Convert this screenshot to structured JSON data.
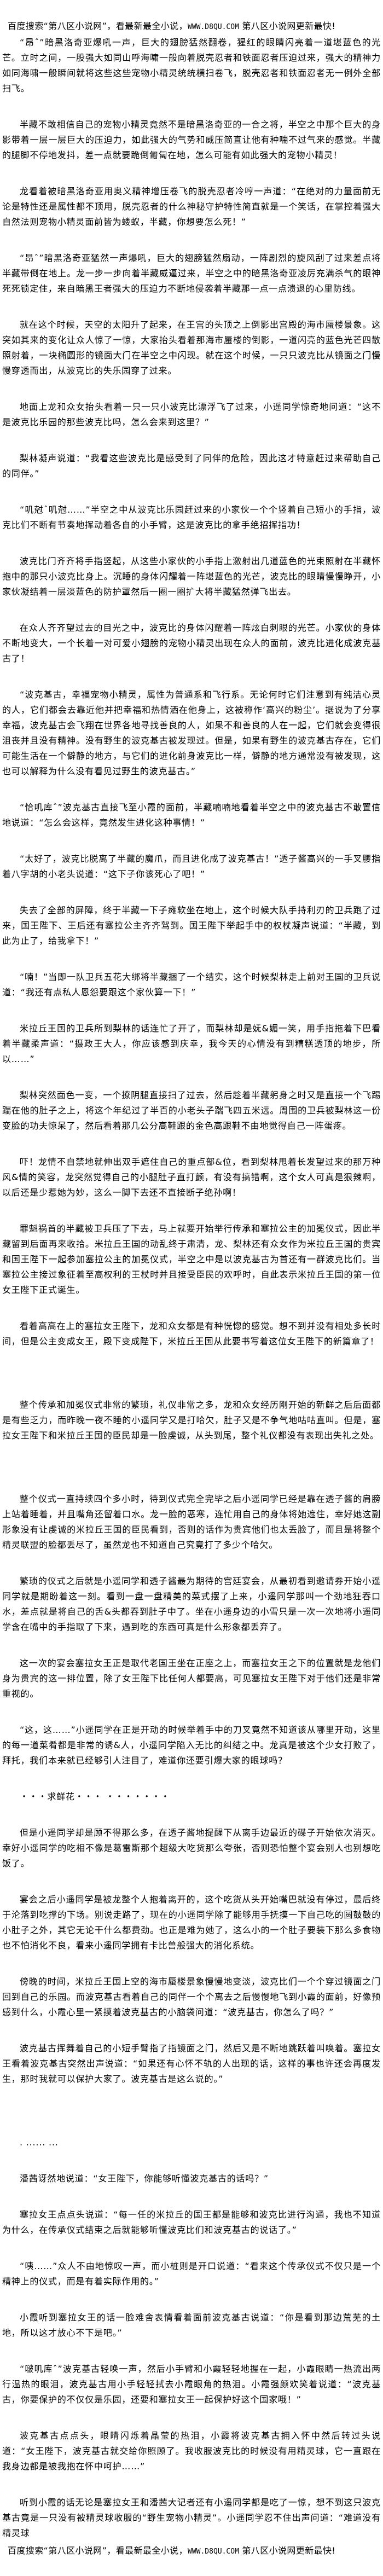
{
  "banner": {
    "prefix": "百度搜索“第八区小说网”，看最新最全小说，",
    "url": "WWW.D8QU.COM",
    "suffix": "  第八区小说网更新最快!"
  },
  "paragraphs": [
    "“昂ˆ”暗黑洛奇亚爆吼一声，巨大的翅膀猛然翻卷，猩红的眼睛闪亮着一道堪蓝色的光芒。立时之间，一股强大如同山呼海啸一般向着脱壳忍者和铁面忍者压迫过来，强大的精神力如同海啸一般瞬间就将这些这些宠物小精灵统统横扫卷飞，脱壳忍者和铁面忍者无一例外全部扫飞。",
    "半藏不敢相信自己的宠物小精灵竟然不是暗黑洛奇亚的一合之将，半空之中那个巨大的身影带着一层一层巨大的压迫力，如此强大的气势和威压简直让他有种喘不过气来的感觉。半藏的腿脚不停地发抖，差一点就要跪倒匍匐在地，怎么可能有如此强大的宠物小精灵！",
    "龙看着被暗黑洛奇亚用奥义精神增压卷飞的脱壳忍者冷哼一声道：“在绝对的力量面前无论是特性还是属性都不顶用，脱壳忍者的什么神秘守护特性简直就是一个笑话，在掌控着强大自然法则宠物小精灵面前皆为蝼蚁，半藏，你想要怎么死！”",
    "“昂ˆ”暗黑洛奇亚猛然一声爆吼，巨大的翅膀猛然扇动，一阵剧烈的旋风刮了过来差点将半藏带倒在地上。龙一步一步向着半藏威逼过来，半空之中的暗黑洛奇亚凌厉充满杀气的眼神死死锁定住，来自暗黑王者强大的压迫力不断地侵袭着半藏那一点一点溃退的心里防线。",
    "就在这个时候，天空的太阳升了起来，在王宫的头顶之上倒影出宫殿的海市蜃楼景象。这突如其来的变化让众人惊了一惊，大家抬头看着那海市蜃楼的倒影，一道闪亮的蓝色光芒四散照射着，一块椭圆形的镜面大门在半空之中闪现。就在这个时候，一只只波克比从镜面之门慢慢穿透而出，从波克比的失乐园穿了过来。",
    "地面上龙和众女抬头看着一只一只小波克比漂浮飞了过来，小遥同学惊奇地问道：“这不是波克比乐园的那些波克比吗，怎么会来到这里？”",
    "梨林凝声说道：“我看这些波克比是感受到了同伴的危险，因此这才特意赶过来帮助自己的同伴。”",
    "“叽尅ˆ叽尅……”半空之中从波克比乐园赶过来的小家伙一个个竖着自己短小的手指，波克比们不断有节奏地挥动着各自的小手臂，这是波克比的拿手绝招挥指功！",
    "波克比门齐齐将手指竖起，从这些小家伙的小手指上激射出几道蓝色的光束照射在半藏怀抱中的那只小波克比身上。沉睡的身体闪耀着一阵堪蓝色的光芒，波克比的眼睛慢慢睁开，小家伙凝结着一层淡蓝色的防护罩然后一圈一圈扩大将半藏猛然弹飞出去。",
    "在众人齐齐望过去的目光之中，波克比的身体闪耀着一阵炫白刺眼的光芒。小家伙的身体不断地变大，一个长着一对可爱小翅膀的宠物小精灵出现在众人的面前，波克比进化成波克基古了！",
    "“波克基古，幸福宠物小精灵，属性为普通系和飞行系。无论何时它们注意到有纯洁心灵的人，它们都会去靠近他并把幸福和热情洒在他身上，这被称作‘高兴的粉尘’。据说为了分享幸福，波克基古会飞翔在世界各地寻找善良的人，如果不和善良的人在一起，它们就会变得很沮丧并且没有精神。没有野生的波克基古被发现过。但是，如果有野生的波克基古存在，它们可能生活在一个僻静的地方，与它们的进化前身波克比一样，僻静的地方通常没有被发现，这也可以解释为什么没有看见过野生的波克基古。”",
    "“恰叽库ˆ”波克基古直接飞至小霞的面前，半藏喃喃地看着半空之中的波克基古不敢置信地说道：“怎么会这样，竟然发生进化这种事情！”",
    "“太好了，波克比脱离了半藏的魔爪，而且进化成了波克基古！”透子酱高兴的一手叉腰指着八字胡的小老头说道：“这下子你该死心了吧！”",
    "失去了全部的屏障，终于半藏一下子瘫软坐在地上，这个时候大队手持利刃的卫兵跑了过来，国王陛下、王后还有塞拉公主齐齐驾到。国王陛下举起手中的权杖凝声说道：“半藏，到此为止了，给我拿下！”",
    "“喃！”当即一队卫兵五花大绑将半藏捆了一个结实，这个时候梨林走上前对王国的卫兵说道：“我还有点私人恩怨要跟这个家伙算一下！”",
    "米拉丘王国的卫兵所到梨林的话连忙了开了，而梨林却是妩&媚一笑，用手指拖着下巴看着半藏柔声道：“摄政王大人，你应该感到庆幸，我今天的心情没有到糟糕透顶的地步，所以……”",
    "梨林突然面色一变，一个撩阴腿直接扫了过去，然后趁着半藏躬身之时又是直接一个飞踢踹在他的肚子之上，将这个年纪过了半百的小老头子踹飞四五米远。周围的卫兵被梨林这一份变脸的功夫惊呆了，然后看着那几公分高鞋跟的金色高跟鞋不由地觉得自己一阵蛋疼。",
    "吓！龙情不自禁地就伸出双手遮住自己的重点部&位，看到梨林甩着长发望过来的那万种风&情的笑容，龙突然觉得自己的小腿肚子直打颤，有没有搞错啊，这个女人可真是狠辣啊，以后还是少惹她为妙，这么一脚下去还不直接断子绝孙啊！",
    "罪魁祸首的半藏被卫兵压了下去，马上就要开始举行传承和塞拉公主的加冕仪式，因此半藏留到后面再来收拾。米拉丘王国的动乱终于肃清，龙、梨林还有众女作为米拉丘王国的贵宾和国王陛下一起参加塞拉公主的加冕仪式，半空之中是以波克基古为首还有一群波克比们。当塞拉公主接过象征着至高权利的王杖时并且接受臣民的欢呼时，自此表示米拉丘王国的第一位女王陛下正式诞生。",
    "看着高高在上的塞拉女王陛下，龙和众女都是有种恍惚的感觉。想不到并没有相处多长时间，但是公主变成女王，殿下变成陛下，米拉丘王国从此要书写着这位女王陛下的新篇章了！",
    "整个传承和加冕仪式非常的繁琐，礼仪非常之多，龙和众女经历刚开始的新鲜之后后面都是有些乏力，而昨晚一夜不睡的小遥同学又是打哈欠，肚子又是不争气地咕咕直叫。但是，塞拉女王陛下和米拉丘王国的臣民却是一脸虔诚，从头到尾，整个礼仪都没有表现出失礼之处。",
    "整个仪式一直持续四个多小时，待到仪式完全完毕之后小遥同学已经是靠在透子酱的肩膀上站着睡着，并且嘴角还留着口水。龙一脸的恶寒，连忙用自己的身体将她遮住，幸好她这副形象没有让虔诚的米拉丘王国的臣民看到，否则的话作为贵宾他们也太丢脸了，而且是将整个精灵联盟的脸都丢尽了，虽然龙也不知道自己究竟打了多少个哈欠。",
    "繁琐的仪式之后就是小遥同学和透子酱最为期待的宫廷宴会，从最初看到邀请券开始小遥同学就是期盼着这一刻。看到一盘一盘精美的菜式摆了上来，小遥同学那叫一个劲地狂吞口水，差点就是将自己的舌&头都吞到肚子中了。坐在小遥身边的小雪只是一次一次地将小遥同学含在嘴中的手指取了下来，遇到吃的东西可真是什么形象都丢弃了。",
    "这一次的宴会塞拉女王正是取代老国王坐在正座之上，而塞拉女王之下的位置就是龙他们身为贵宾的这一排位置，除了女王陛下比任何人都要高，可见塞拉女王陛下对于他们还是非常重视的。",
    "“这，这……”小遥同学在正是开动的时候举着手中的刀叉竟然不知道该从哪里开动，这里的每一道菜肴都是非常的诱&人，小遥同学陷入无比的纠结之中。龙真是被这个少女打败了，拜托，我们本来就已经够引人注目了，难道你还要引爆大家的眼球吗？",
    "・・・求鲜花・・・ ・・・・・・・",
    "但是小遥同学却是顾不得那么多，在透子酱地提醒下从离手边最近的碟子开始依次消灭。幸好小遥同学的吃相不像是葛雷斯那个超级大吃货那么夸张，否则恐怕整个宴会别人也别想吃饭了。",
    "宴会之后小遥同学是被龙整个人抱着离开的，这个吃货从头开始嘴巴就没有停过，最后终于沦落到吃撑的下场。别说走路了，现在的小遥同学除了能够用手抚摸一下自己吃的圆鼓鼓的小肚子之外，其它无论干什么都费劲。也正是难为她了，这么小的一个肚子要装下那么多食物也不怕消化不良，看来小遥同学拥有卡比兽般强大的消化系统。",
    "傍晚的时间，米拉丘王国上空的海市蜃楼景象慢慢地变淡，波克比们一个个穿过镜面之门回到自己的乐园。而波克基古看着自己的同伴一个个离去之后慢慢地飞到小霞的面前，好像预感到什么，小霞心里一紧摸着波克基古的小脑袋问道：“波克基古，你怎么了吗？”",
    "波克基古挥舞着自己的小短手臂指了指镜面之门，然后又是不断地跳跃着叫唤着。塞拉女王看着波克基古突然出声说道：“如果还有心怀不轨的人出现的话，这样的事也许还会再度发生，那时我就可以保护大家了。波克基古是这么说的。”",
    ". ...... ...",
    "潘茜讶然地说道：“女王陛下，你能够听懂波克基古的话吗？”",
    "塞拉女王点点头说道：“每一任的米拉丘的国王都是能够和波克比进行沟通，我也不知道为什么，在传承仪式结束之后就能够听懂波克比们和波克基古的说话了。”",
    "“咦……”众人不由地惊叹一声，而小桩则是开口说道：“看来这个传承仪式不仅只是一个精神上的仪式，而是有着实际作用的。”",
    "小霞听到塞拉女王的话一脸难舍表情看着面前波克基古说道：“你是看到那边荒芜的土地，所以这才放心不下是吧。”",
    "“啵叽库ˆ”波克基古轻唤一声，然后小手臂和小霞轻轻地握在一起，小霞眼睛一热流出两行温热的眼泪，波克基古用小手轻轻拭去小霞眼角的热泪。小霞强颜欢笑着说道：“波克基古，你要保护的不仅仅是乐园，还要和塞拉女王一起保护好这个国家哦！”",
    "波克基古点点头，眼睛闪烁着晶莹的热泪，小霞将波克基古拥入怀中然后转过头说道：“女王陛下，波克基古就交给你照顾了。我收服波克比的时候没有用精灵球，它一直跟在我身边都是被我抱在怀中呵护……”",
    "听到小霞的话无论是塞拉女王和潘茜大记者还有小遥同学都是吃了一惊，想不到这只波克基古竟是一只没有被精灵球收服的“野生宠物小精灵”。小遥同学忍不住出声问道：“难道没有精灵球"
  ]
}
